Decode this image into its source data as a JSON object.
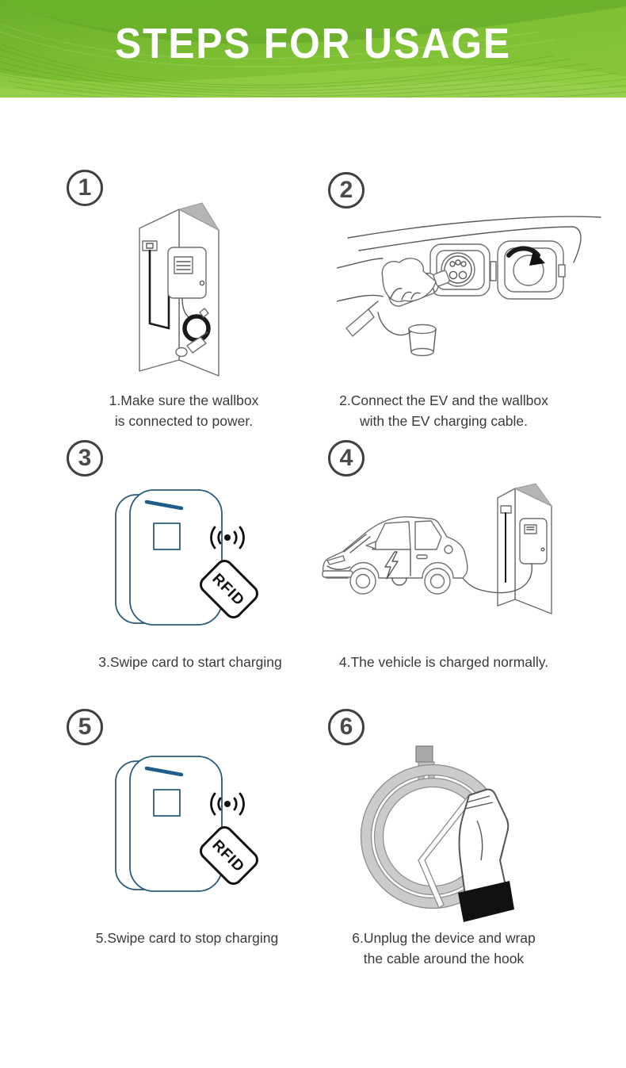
{
  "banner": {
    "title": "STEPS FOR USAGE",
    "bg_color": "#7abc2f",
    "bg_dark": "#5ea228",
    "bg_light": "#92cc47",
    "title_color": "#ffffff"
  },
  "colors": {
    "step_circle": "#404040",
    "caption_text": "#3a3a3a",
    "wallbox_outline_blue": "#2a5b79",
    "wallbox_led_blue": "#1e5c8b",
    "lineart_gray": "#5a5a5a",
    "cable_gray": "#c9c9c9"
  },
  "rfid": {
    "card_label": "RFID",
    "signal_icon": "rfid-signal-waves"
  },
  "steps": [
    {
      "number": "1",
      "illustration": "wallbox-connected-to-power",
      "caption": [
        "1.Make sure the wallbox",
        "is connected to power."
      ]
    },
    {
      "number": "2",
      "illustration": "plug-cable-into-ev-socket",
      "caption": [
        "2.Connect the EV and the wallbox",
        "with the EV charging cable."
      ]
    },
    {
      "number": "3",
      "illustration": "swipe-rfid-card-on-wallbox",
      "caption": [
        "3.Swipe card to start charging"
      ]
    },
    {
      "number": "4",
      "illustration": "car-charging-from-wallbox",
      "caption": [
        "4.The vehicle is charged normally."
      ]
    },
    {
      "number": "5",
      "illustration": "swipe-rfid-card-on-wallbox",
      "caption": [
        "5.Swipe card to stop charging"
      ]
    },
    {
      "number": "6",
      "illustration": "cable-wrapped-on-hook",
      "caption": [
        "6.Unplug the device and wrap",
        "the cable around the hook"
      ]
    }
  ]
}
